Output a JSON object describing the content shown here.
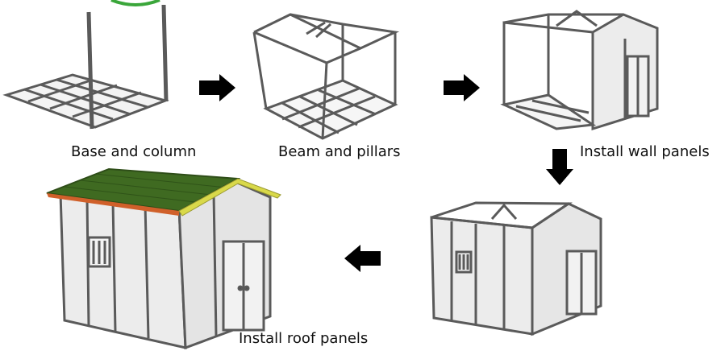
{
  "steps": [
    {
      "label": "Base and column"
    },
    {
      "label": "Beam and pillars"
    },
    {
      "label": "Install wall panels"
    },
    {
      "label": "Install roof panels"
    }
  ],
  "colors": {
    "frame": "#5a5a5a",
    "panel": "#ececec",
    "roof_green": "#3f6a21",
    "roof_edge": "#d9d94a",
    "roof_orange": "#d0602a",
    "arrow": "#000000",
    "badge": "#3aa63a"
  }
}
